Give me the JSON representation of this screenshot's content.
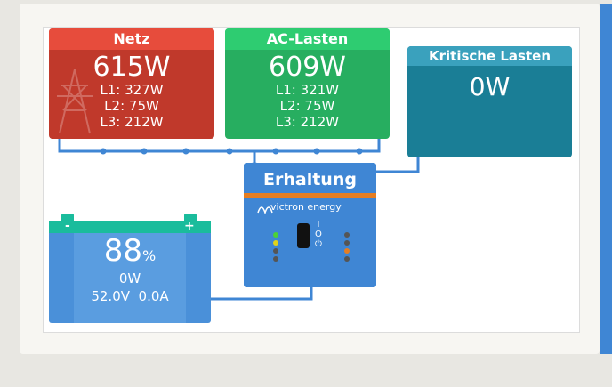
{
  "netz": {
    "title": "Netz",
    "power": "615W",
    "l1": "L1: 327W",
    "l2": "L2: 75W",
    "l3": "L3: 212W"
  },
  "ac": {
    "title": "AC-Lasten",
    "power": "609W",
    "l1": "L1: 321W",
    "l2": "L2: 75W",
    "l3": "L3: 212W"
  },
  "krit": {
    "title": "Kritische Lasten",
    "power": "0W"
  },
  "inverter": {
    "state": "Erhaltung",
    "brand": "victron energy"
  },
  "battery": {
    "soc": "88",
    "soc_unit": "%",
    "power": "0W",
    "voltage_current": "52.0V  0.0A",
    "minus": "-",
    "plus": "+"
  },
  "colors": {
    "grid": "#c0392b",
    "ac": "#27ae60",
    "critical": "#1a7e96",
    "inverter": "#3f86d4",
    "battery": "#4a90d9",
    "accent": "#e67e22"
  }
}
